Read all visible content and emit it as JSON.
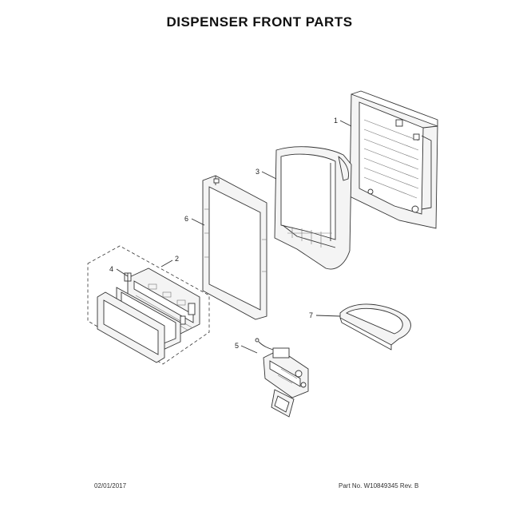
{
  "title": "DISPENSER FRONT PARTS",
  "callouts": {
    "p1": "1",
    "p2": "2",
    "p3": "3",
    "p4": "4",
    "p5": "5",
    "p6": "6",
    "p7": "7"
  },
  "footer": {
    "date": "02/01/2017",
    "part_no": "Part No. W10849345  Rev. B"
  }
}
